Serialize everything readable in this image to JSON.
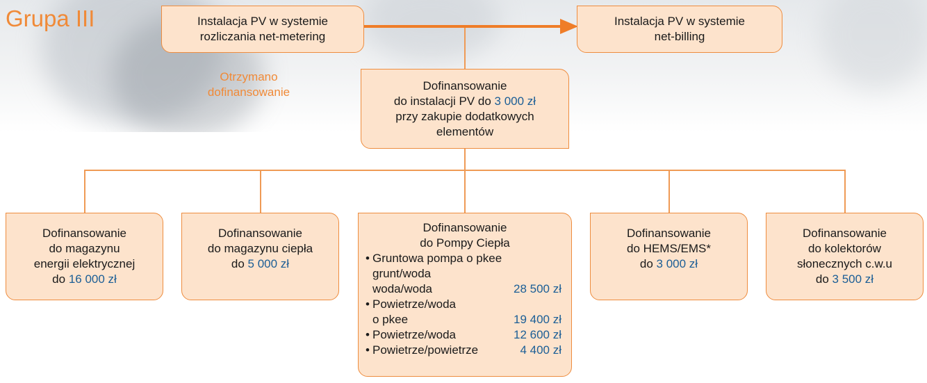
{
  "group_title": "Grupa III",
  "received_label": "Otrzymano dofinansowanie",
  "top": {
    "net_metering": "Instalacja PV w systemie rozliczania net-metering",
    "net_billing": "Instalacja PV w systemie net-billing"
  },
  "center": {
    "line1": "Dofinansowanie",
    "line2_pre": "do instalacji PV do ",
    "amount": "3 000 zł",
    "line3": "przy zakupie dodatkowych",
    "line4": "elementów"
  },
  "items": [
    {
      "l1": "Dofinansowanie",
      "l2": "do magazynu",
      "l3": "energii elektrycznej",
      "pre": "do ",
      "amount": "16 000 zł"
    },
    {
      "l1": "Dofinansowanie",
      "l2": "do magazynu ciepła",
      "pre": "do ",
      "amount": "5 000 zł"
    },
    {
      "l1": "Dofinansowanie",
      "l2": "do HEMS/EMS*",
      "pre": "do ",
      "amount": "3 000 zł"
    },
    {
      "l1": "Dofinansowanie",
      "l2": "do kolektorów",
      "l3": "słonecznych c.w.u",
      "pre": "do ",
      "amount": "3 500 zł"
    }
  ],
  "heat_pump": {
    "l1": "Dofinansowanie",
    "l2": "do Pompy Ciepła",
    "rows": [
      {
        "bullet": "•",
        "name": "Gruntowa pompa o pkee",
        "amount": ""
      },
      {
        "bullet": "",
        "name": "grunt/woda",
        "amount": ""
      },
      {
        "bullet": "",
        "name": "woda/woda",
        "amount": "28 500 zł"
      },
      {
        "bullet": "•",
        "name": "Powietrze/woda",
        "amount": ""
      },
      {
        "bullet": "",
        "name": "o pkee",
        "amount": "19 400 zł"
      },
      {
        "bullet": "•",
        "name": "Powietrze/woda",
        "amount": "12 600 zł"
      },
      {
        "bullet": "•",
        "name": "Powietrze/powietrze",
        "amount": "4 400 zł"
      }
    ]
  },
  "colors": {
    "accent": "#f08a38",
    "box_fill": "#fde3cc",
    "box_border": "#ee8c3e",
    "amount": "#1b5e96",
    "arrow": "#ef7d28"
  }
}
